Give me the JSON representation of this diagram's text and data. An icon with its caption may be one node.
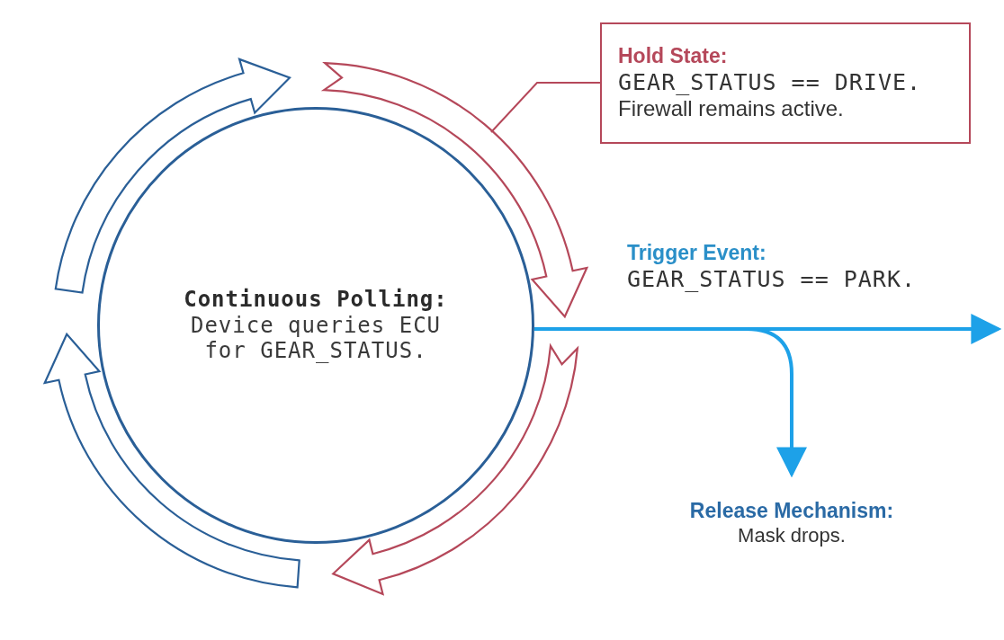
{
  "diagram": {
    "nodes": [
      {
        "text": [
          "Continuous Polling:",
          "Device queries ECU for GEAR_STATUS."
        ]
      },
      {
        "text": [
          "Hold State:",
          "GEAR_STATUS == DRIVE.",
          "Firewall remains active."
        ]
      },
      {
        "text": [
          "Trigger Event:",
          "GEAR_STATUS == PARK."
        ]
      },
      {
        "text": [
          "Release Mechanism:",
          "Mask drops."
        ]
      },
      {
        "text": [],
        "shape": "arrow"
      }
    ],
    "edges": [
      {
        "from": 1,
        "to": 4,
        "arrow": "none",
        "color": "#b5485a"
      },
      {
        "from": 0,
        "to": null,
        "arrow": "to"
      },
      {
        "from": 0,
        "to": 3,
        "arrow": "to"
      }
    ]
  }
}
